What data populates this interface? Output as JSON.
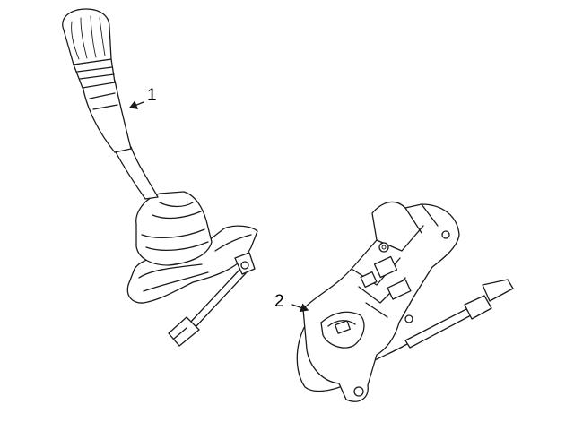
{
  "callouts": [
    {
      "id": "1",
      "label": "1"
    },
    {
      "id": "2",
      "label": "2"
    }
  ],
  "colors": {
    "line": "#1a1a1a",
    "background": "#ffffff",
    "text": "#000000"
  }
}
